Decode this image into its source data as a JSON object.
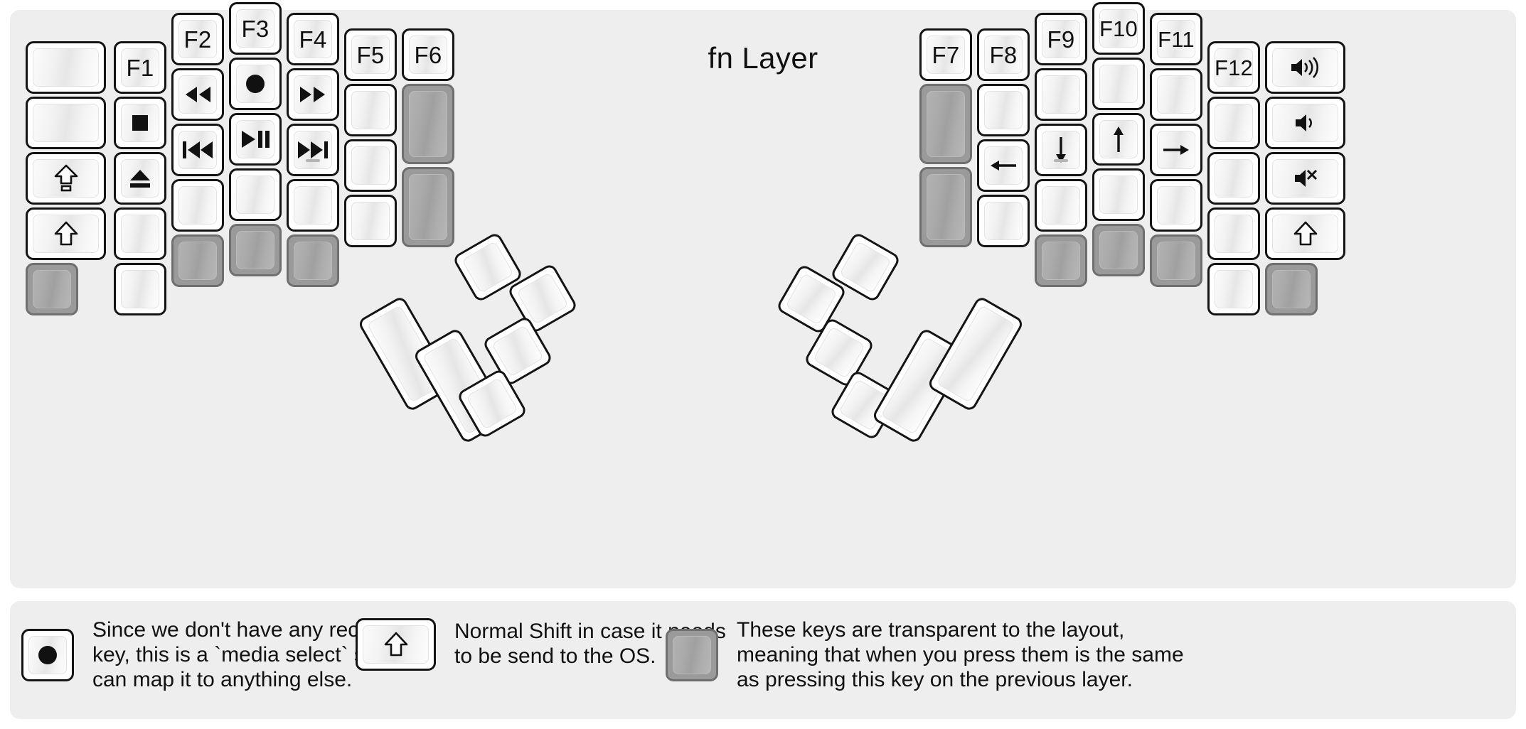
{
  "title": "fn Layer",
  "colors": {
    "background": "#eeeeee",
    "keycap_border": "#141414",
    "keycap_face": "#f1f1f1",
    "transparent_key": "#9a9a9a",
    "legend_text": "#111111"
  },
  "left_half": {
    "columns": [
      {
        "name": "col-pinky-outer",
        "keys": [
          {
            "label": "",
            "icon": "",
            "type": "normal",
            "width": 1.5,
            "height": 1
          },
          {
            "label": "",
            "icon": "",
            "type": "normal",
            "width": 1.5,
            "height": 1
          },
          {
            "label": "",
            "icon": "caps-lock-icon",
            "type": "normal",
            "width": 1.5,
            "height": 1
          },
          {
            "label": "",
            "icon": "shift-icon",
            "type": "normal",
            "width": 1.5,
            "height": 1
          },
          {
            "label": "",
            "icon": "",
            "type": "transparent",
            "width": 1,
            "height": 1
          }
        ]
      },
      {
        "name": "col-pinky",
        "keys": [
          {
            "label": "F1",
            "icon": "",
            "type": "normal",
            "width": 1,
            "height": 1
          },
          {
            "label": "",
            "icon": "media-stop-icon",
            "type": "normal",
            "width": 1,
            "height": 1
          },
          {
            "label": "",
            "icon": "media-eject-icon",
            "type": "normal",
            "width": 1,
            "height": 1
          },
          {
            "label": "",
            "icon": "",
            "type": "normal",
            "width": 1,
            "height": 1
          },
          {
            "label": "",
            "icon": "",
            "type": "normal",
            "width": 1,
            "height": 1
          }
        ]
      },
      {
        "name": "col-ring",
        "keys": [
          {
            "label": "F2",
            "icon": "",
            "type": "normal",
            "width": 1,
            "height": 1
          },
          {
            "label": "",
            "icon": "media-rewind-icon",
            "type": "normal",
            "width": 1,
            "height": 1
          },
          {
            "label": "",
            "icon": "media-prev-track-icon",
            "type": "normal",
            "width": 1,
            "height": 1
          },
          {
            "label": "",
            "icon": "",
            "type": "normal",
            "width": 1,
            "height": 1
          },
          {
            "label": "",
            "icon": "",
            "type": "transparent",
            "width": 1,
            "height": 1
          }
        ]
      },
      {
        "name": "col-middle",
        "keys": [
          {
            "label": "F3",
            "icon": "",
            "type": "normal",
            "width": 1,
            "height": 1
          },
          {
            "label": "",
            "icon": "media-record-icon",
            "type": "normal",
            "width": 1,
            "height": 1
          },
          {
            "label": "",
            "icon": "media-play-pause-icon",
            "type": "normal",
            "width": 1,
            "height": 1
          },
          {
            "label": "",
            "icon": "",
            "type": "normal",
            "width": 1,
            "height": 1
          },
          {
            "label": "",
            "icon": "",
            "type": "transparent",
            "width": 1,
            "height": 1
          }
        ]
      },
      {
        "name": "col-index",
        "keys": [
          {
            "label": "F4",
            "icon": "",
            "type": "normal",
            "width": 1,
            "height": 1
          },
          {
            "label": "",
            "icon": "media-fast-forward-icon",
            "type": "normal",
            "width": 1,
            "height": 1
          },
          {
            "label": "",
            "icon": "media-next-track-icon",
            "type": "normal",
            "width": 1,
            "height": 1,
            "bump": true
          },
          {
            "label": "",
            "icon": "",
            "type": "normal",
            "width": 1,
            "height": 1
          },
          {
            "label": "",
            "icon": "",
            "type": "transparent",
            "width": 1,
            "height": 1
          }
        ]
      },
      {
        "name": "col-index-inner",
        "keys": [
          {
            "label": "F5",
            "icon": "",
            "type": "normal",
            "width": 1,
            "height": 1
          },
          {
            "label": "",
            "icon": "",
            "type": "normal",
            "width": 1,
            "height": 1
          },
          {
            "label": "",
            "icon": "",
            "type": "normal",
            "width": 1,
            "height": 1
          },
          {
            "label": "",
            "icon": "",
            "type": "normal",
            "width": 1,
            "height": 1
          }
        ]
      },
      {
        "name": "col-inner",
        "keys": [
          {
            "label": "F6",
            "icon": "",
            "type": "normal",
            "width": 1,
            "height": 1
          },
          {
            "label": "",
            "icon": "",
            "type": "transparent",
            "width": 1,
            "height": 1.5
          },
          {
            "label": "",
            "icon": "",
            "type": "transparent",
            "width": 1,
            "height": 1.5
          }
        ]
      }
    ],
    "thumb_cluster": [
      {
        "name": "thumb-big-outer",
        "label": "",
        "type": "normal",
        "size": "2u-tall"
      },
      {
        "name": "thumb-big-inner",
        "label": "",
        "type": "normal",
        "size": "2u-tall"
      },
      {
        "name": "thumb-small-top",
        "label": "",
        "type": "normal",
        "size": "1u"
      },
      {
        "name": "thumb-small-top-right",
        "label": "",
        "type": "normal",
        "size": "1u"
      },
      {
        "name": "thumb-small-mid",
        "label": "",
        "type": "normal",
        "size": "1u"
      },
      {
        "name": "thumb-small-bottom",
        "label": "",
        "type": "normal",
        "size": "1u"
      }
    ]
  },
  "right_half": {
    "columns": [
      {
        "name": "col-inner",
        "keys": [
          {
            "label": "F7",
            "icon": "",
            "type": "normal",
            "width": 1,
            "height": 1
          },
          {
            "label": "",
            "icon": "",
            "type": "transparent",
            "width": 1,
            "height": 1.5
          },
          {
            "label": "",
            "icon": "",
            "type": "transparent",
            "width": 1,
            "height": 1.5
          }
        ]
      },
      {
        "name": "col-index-inner",
        "keys": [
          {
            "label": "F8",
            "icon": "",
            "type": "normal",
            "width": 1,
            "height": 1
          },
          {
            "label": "",
            "icon": "",
            "type": "normal",
            "width": 1,
            "height": 1
          },
          {
            "label": "",
            "icon": "arrow-left-icon",
            "type": "normal",
            "width": 1,
            "height": 1
          },
          {
            "label": "",
            "icon": "",
            "type": "normal",
            "width": 1,
            "height": 1
          }
        ]
      },
      {
        "name": "col-index",
        "keys": [
          {
            "label": "F9",
            "icon": "",
            "type": "normal",
            "width": 1,
            "height": 1
          },
          {
            "label": "",
            "icon": "",
            "type": "normal",
            "width": 1,
            "height": 1
          },
          {
            "label": "",
            "icon": "arrow-down-icon",
            "type": "normal",
            "width": 1,
            "height": 1,
            "bump": true
          },
          {
            "label": "",
            "icon": "",
            "type": "normal",
            "width": 1,
            "height": 1
          },
          {
            "label": "",
            "icon": "",
            "type": "transparent",
            "width": 1,
            "height": 1
          }
        ]
      },
      {
        "name": "col-middle",
        "keys": [
          {
            "label": "F10",
            "icon": "",
            "type": "normal",
            "width": 1,
            "height": 1
          },
          {
            "label": "",
            "icon": "",
            "type": "normal",
            "width": 1,
            "height": 1
          },
          {
            "label": "",
            "icon": "arrow-up-icon",
            "type": "normal",
            "width": 1,
            "height": 1
          },
          {
            "label": "",
            "icon": "",
            "type": "normal",
            "width": 1,
            "height": 1
          },
          {
            "label": "",
            "icon": "",
            "type": "transparent",
            "width": 1,
            "height": 1
          }
        ]
      },
      {
        "name": "col-ring",
        "keys": [
          {
            "label": "F11",
            "icon": "",
            "type": "normal",
            "width": 1,
            "height": 1
          },
          {
            "label": "",
            "icon": "",
            "type": "normal",
            "width": 1,
            "height": 1
          },
          {
            "label": "",
            "icon": "arrow-right-icon",
            "type": "normal",
            "width": 1,
            "height": 1
          },
          {
            "label": "",
            "icon": "",
            "type": "normal",
            "width": 1,
            "height": 1
          },
          {
            "label": "",
            "icon": "",
            "type": "transparent",
            "width": 1,
            "height": 1
          }
        ]
      },
      {
        "name": "col-pinky",
        "keys": [
          {
            "label": "F12",
            "icon": "",
            "type": "normal",
            "width": 1,
            "height": 1
          },
          {
            "label": "",
            "icon": "",
            "type": "normal",
            "width": 1,
            "height": 1
          },
          {
            "label": "",
            "icon": "",
            "type": "normal",
            "width": 1,
            "height": 1
          },
          {
            "label": "",
            "icon": "",
            "type": "normal",
            "width": 1,
            "height": 1
          },
          {
            "label": "",
            "icon": "",
            "type": "normal",
            "width": 1,
            "height": 1
          }
        ]
      },
      {
        "name": "col-pinky-outer",
        "keys": [
          {
            "label": "",
            "icon": "volume-up-icon",
            "type": "normal",
            "width": 1.5,
            "height": 1
          },
          {
            "label": "",
            "icon": "volume-down-icon",
            "type": "normal",
            "width": 1.5,
            "height": 1
          },
          {
            "label": "",
            "icon": "volume-mute-icon",
            "type": "normal",
            "width": 1.5,
            "height": 1
          },
          {
            "label": "",
            "icon": "shift-icon",
            "type": "normal",
            "width": 1.5,
            "height": 1
          },
          {
            "label": "",
            "icon": "",
            "type": "transparent",
            "width": 1,
            "height": 1
          }
        ]
      }
    ],
    "thumb_cluster": [
      {
        "name": "thumb-small-top-left",
        "label": "",
        "type": "normal",
        "size": "1u"
      },
      {
        "name": "thumb-small-top",
        "label": "",
        "type": "normal",
        "size": "1u"
      },
      {
        "name": "thumb-small-mid",
        "label": "",
        "type": "normal",
        "size": "1u"
      },
      {
        "name": "thumb-small-bottom",
        "label": "",
        "type": "normal",
        "size": "1u"
      },
      {
        "name": "thumb-big-inner",
        "label": "",
        "type": "normal",
        "size": "2u-tall"
      },
      {
        "name": "thumb-big-outer",
        "label": "",
        "type": "normal",
        "size": "2u-tall"
      }
    ]
  },
  "legend": [
    {
      "key_icon": "media-record-icon",
      "key_type": "normal",
      "key_width": 1,
      "text": "Since we don't have any recording\nkey, this is a `media select` so user\ncan map it to anything else."
    },
    {
      "key_icon": "shift-icon",
      "key_type": "normal",
      "key_width": 1.5,
      "text": "Normal Shift in case it needs\nto be send to the OS."
    },
    {
      "key_icon": "",
      "key_type": "transparent",
      "key_width": 1,
      "text": "These keys are transparent to the layout,\nmeaning that when you press them is the same\nas pressing this key on the previous layer."
    }
  ]
}
